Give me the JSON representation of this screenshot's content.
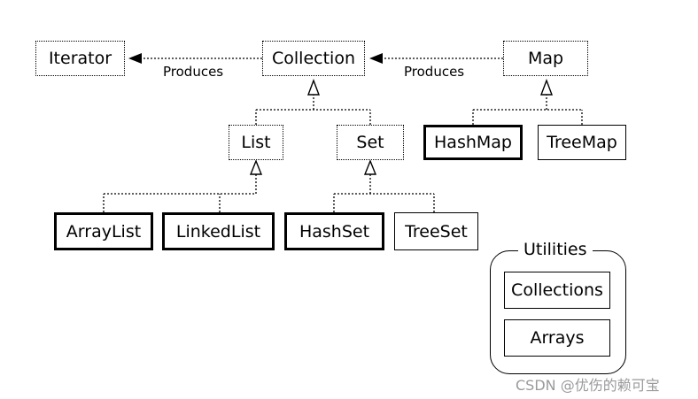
{
  "nodes": {
    "iterator": "Iterator",
    "collection": "Collection",
    "map": "Map",
    "list": "List",
    "set": "Set",
    "hashmap": "HashMap",
    "treemap": "TreeMap",
    "arraylist": "ArrayList",
    "linkedlist": "LinkedList",
    "hashset": "HashSet",
    "treeset": "TreeSet"
  },
  "edge_labels": {
    "collection_to_iterator": "Produces",
    "map_to_collection": "Produces"
  },
  "utilities": {
    "title": "Utilities",
    "items": [
      "Collections",
      "Arrays"
    ]
  },
  "watermark": "CSDN @优伤的赖可宝"
}
